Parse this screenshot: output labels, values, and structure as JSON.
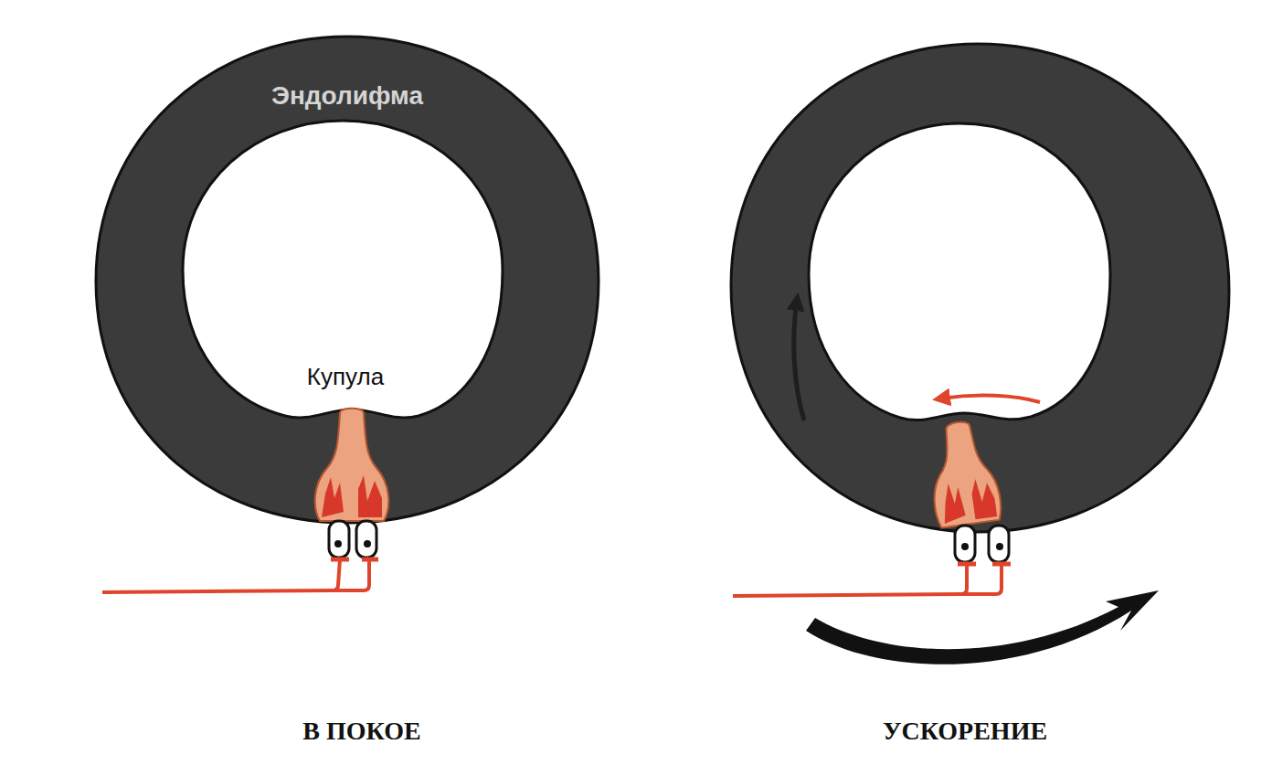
{
  "diagram": {
    "labels": [
      "Эндолифма",
      "Купула",
      "В ПОКОЕ",
      "УСКОРЕНИЕ"
    ]
  }
}
